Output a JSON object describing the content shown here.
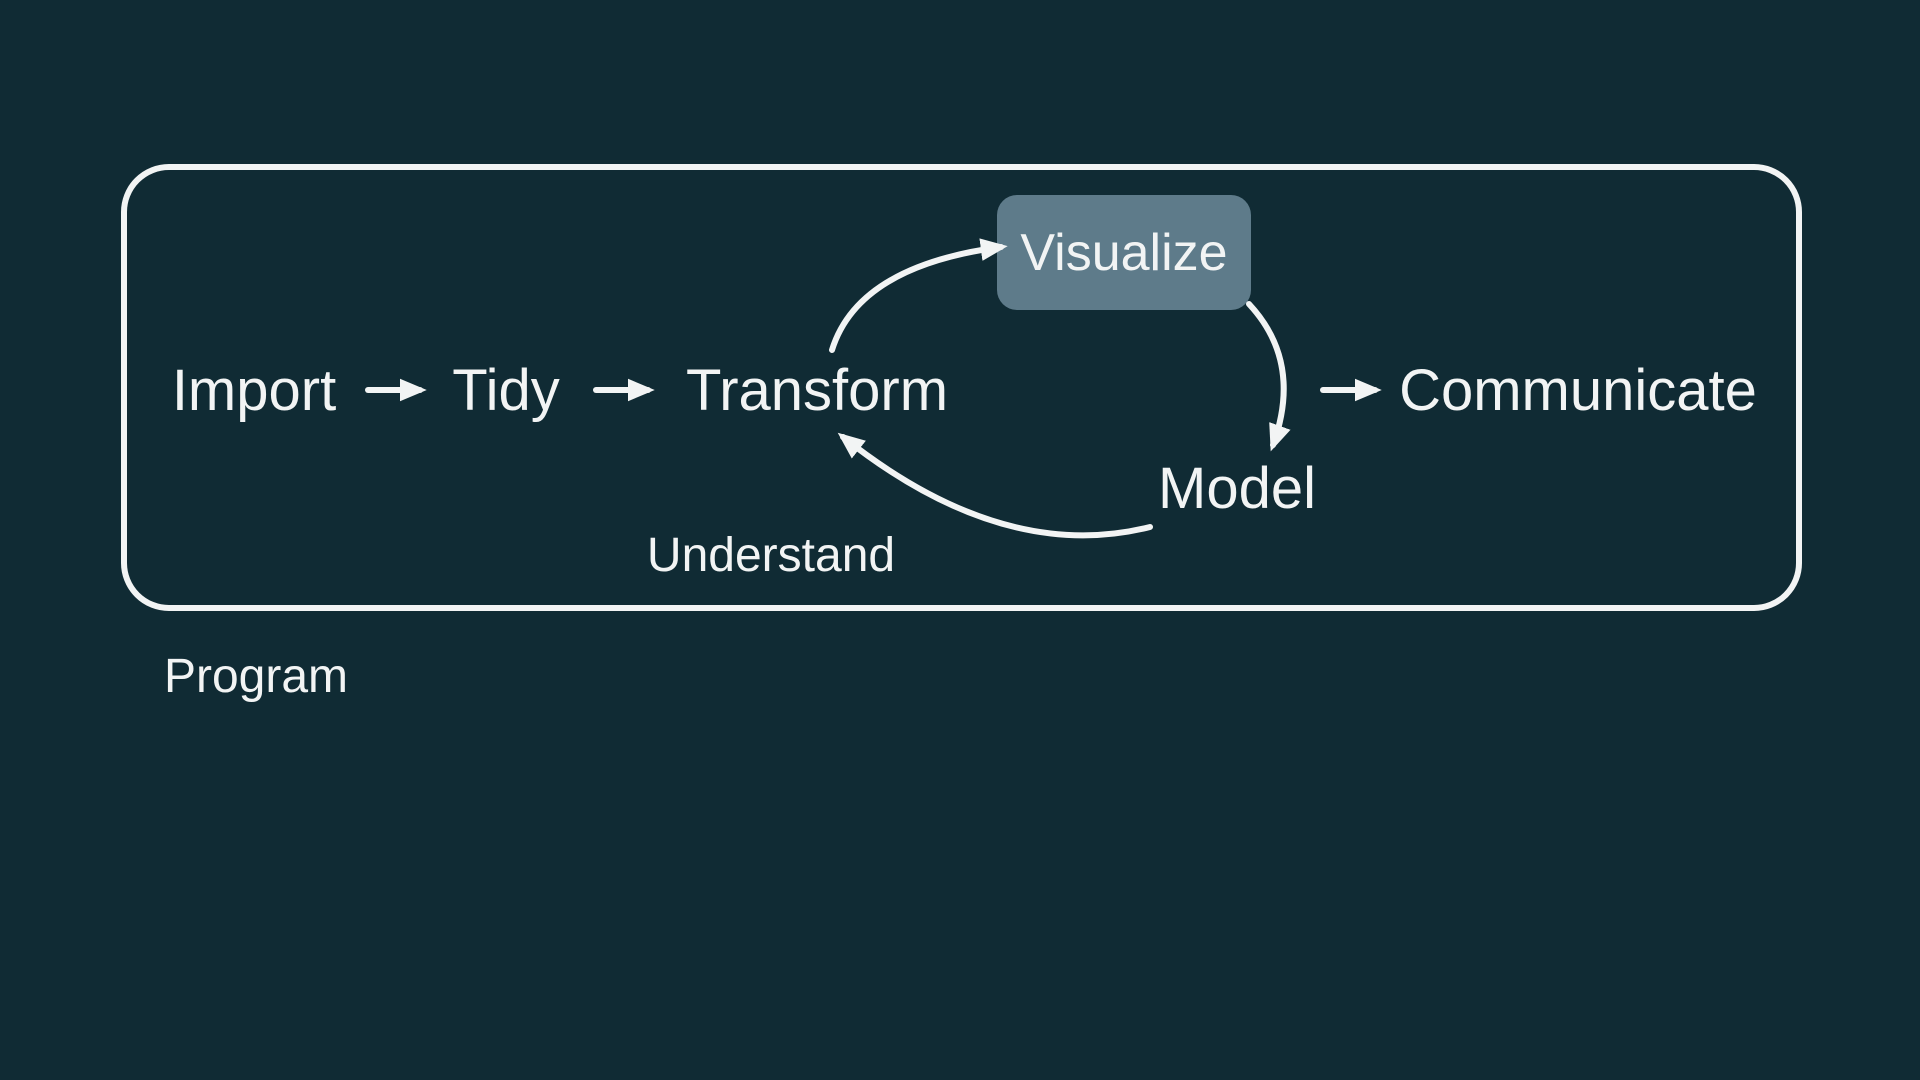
{
  "workflow": {
    "import": "Import",
    "tidy": "Tidy",
    "transform": "Transform",
    "visualize": "Visualize",
    "model": "Model",
    "communicate": "Communicate",
    "cycle_label": "Understand",
    "box_label": "Program"
  },
  "colors": {
    "background": "#102B34",
    "text": "#F2F4F4",
    "outline_and_arrows": "#F2F4F4",
    "visualize_highlight": "#5E7B8A"
  }
}
